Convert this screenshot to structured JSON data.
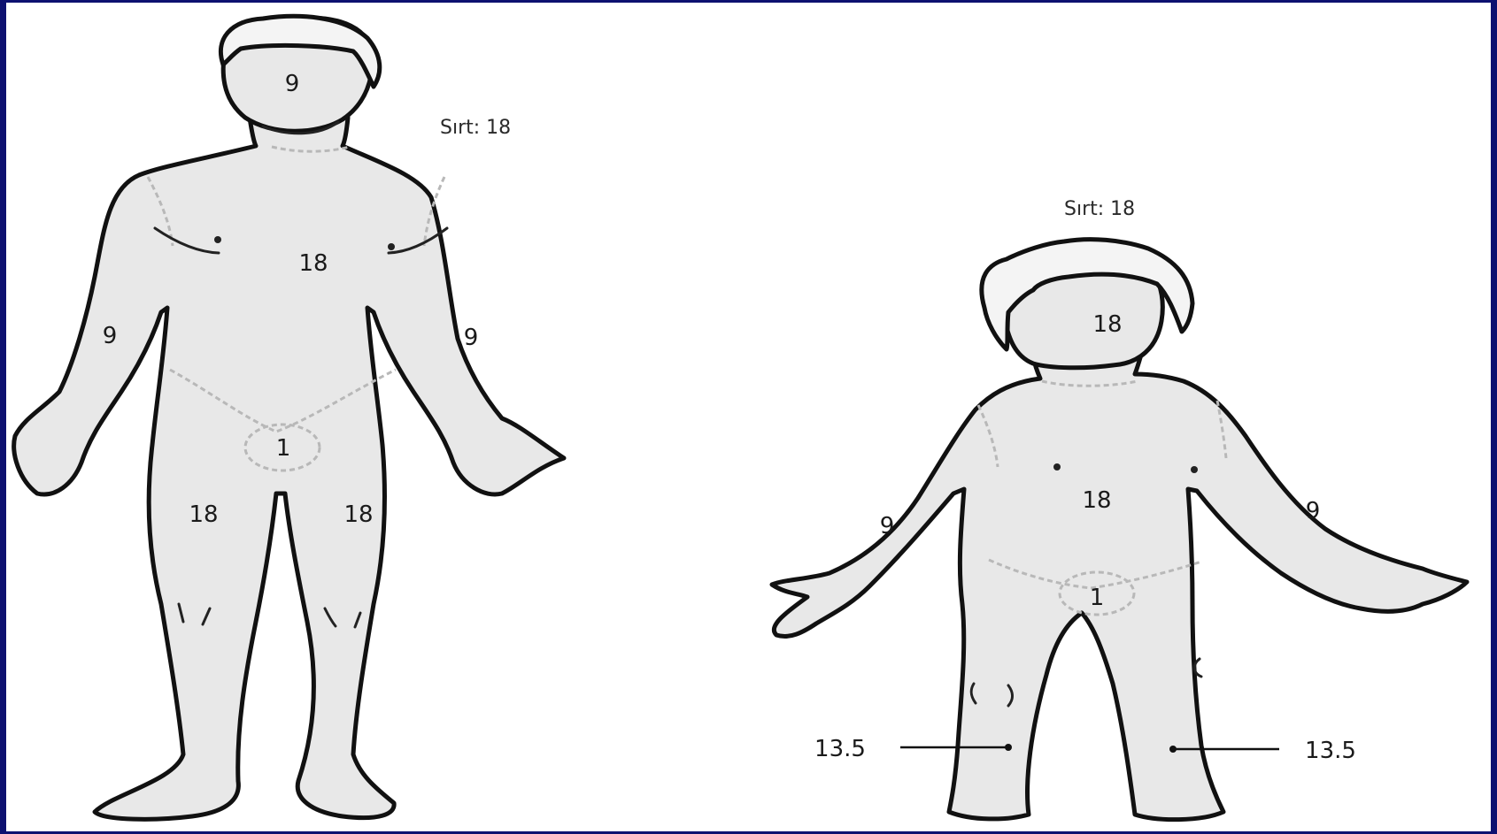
{
  "colors": {
    "frame": "#0d1170",
    "background": "#ffffff",
    "body_fill": "#e8e8e8",
    "outline": "#111111"
  },
  "adult": {
    "back_label": "Sırt: 18",
    "head": "9",
    "trunk": "18",
    "left_arm": "9",
    "right_arm": "9",
    "genital": "1",
    "left_leg": "18",
    "right_leg": "18"
  },
  "child": {
    "back_label": "Sırt: 18",
    "head": "18",
    "trunk": "18",
    "left_arm": "9",
    "right_arm": "9",
    "genital": "1",
    "left_leg": "13.5",
    "right_leg": "13.5"
  }
}
